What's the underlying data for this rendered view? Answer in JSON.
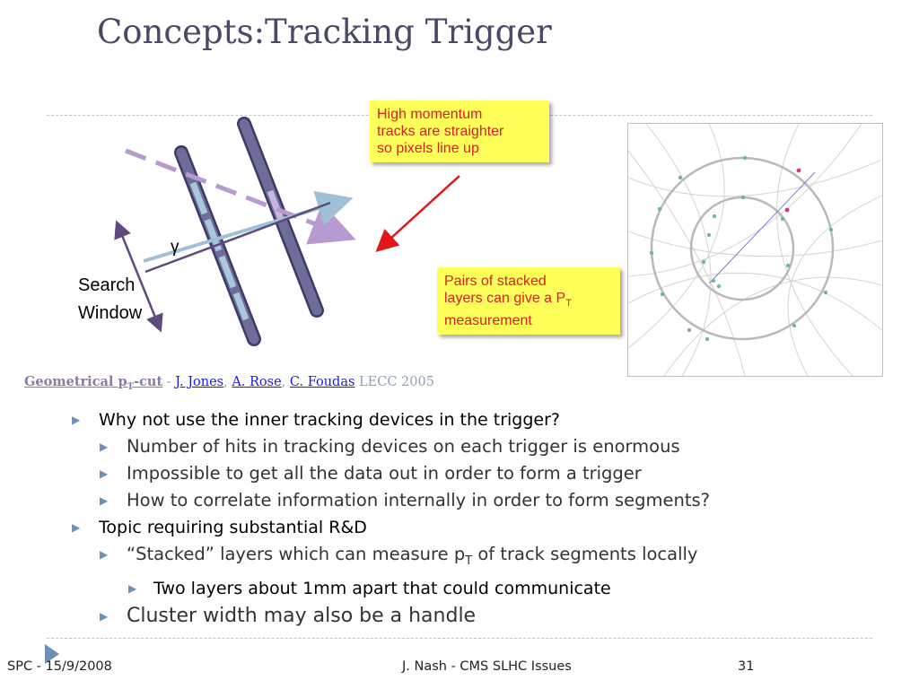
{
  "slide": {
    "title": "Concepts:Tracking Trigger",
    "callout_top": [
      "High momentum",
      "tracks are straighter",
      "so pixels line up"
    ],
    "callout_bottom": {
      "line1": "Pairs of stacked",
      "line2": "layers can give a P",
      "line2_sub": "T",
      "line3": "measurement"
    },
    "diagram": {
      "gamma_label": "γ",
      "search_label_1": "Search",
      "search_label_2": "Window"
    },
    "citation": {
      "geo": "Geometrical p",
      "geo_sub": "T",
      "geo_tail": "-cut",
      "dash": " - ",
      "author1": "J. Jones",
      "comma1": ", ",
      "author2": "A. Rose",
      "comma2": ", ",
      "author3": "C. Foudas",
      "conf": " LECC 2005"
    },
    "bullets": {
      "b1": "Why not use the inner tracking devices in the trigger?",
      "b1_1": "Number of hits in tracking devices on each trigger is enormous",
      "b1_2": "Impossible to get all the data out in order to form a trigger",
      "b1_3": "How to correlate information internally in order to form segments?",
      "b2": "Topic requiring substantial R&D",
      "b2_1_a": "“Stacked” layers which can measure p",
      "b2_1_sub": "T",
      "b2_1_b": " of track segments locally",
      "b2_1_1": "Two layers about 1mm apart that could communicate",
      "b2_2": "Cluster width may also be a handle"
    },
    "footer": {
      "left": "SPC - 15/9/2008",
      "center": "J. Nash - CMS SLHC Issues",
      "page": "31"
    },
    "colors": {
      "title": "#4a4a66",
      "callout_bg": "#ffff5a",
      "callout_text": "#d42121",
      "bullet_arrow": "#6d8fb3",
      "rule": "#b9c6cf"
    }
  }
}
